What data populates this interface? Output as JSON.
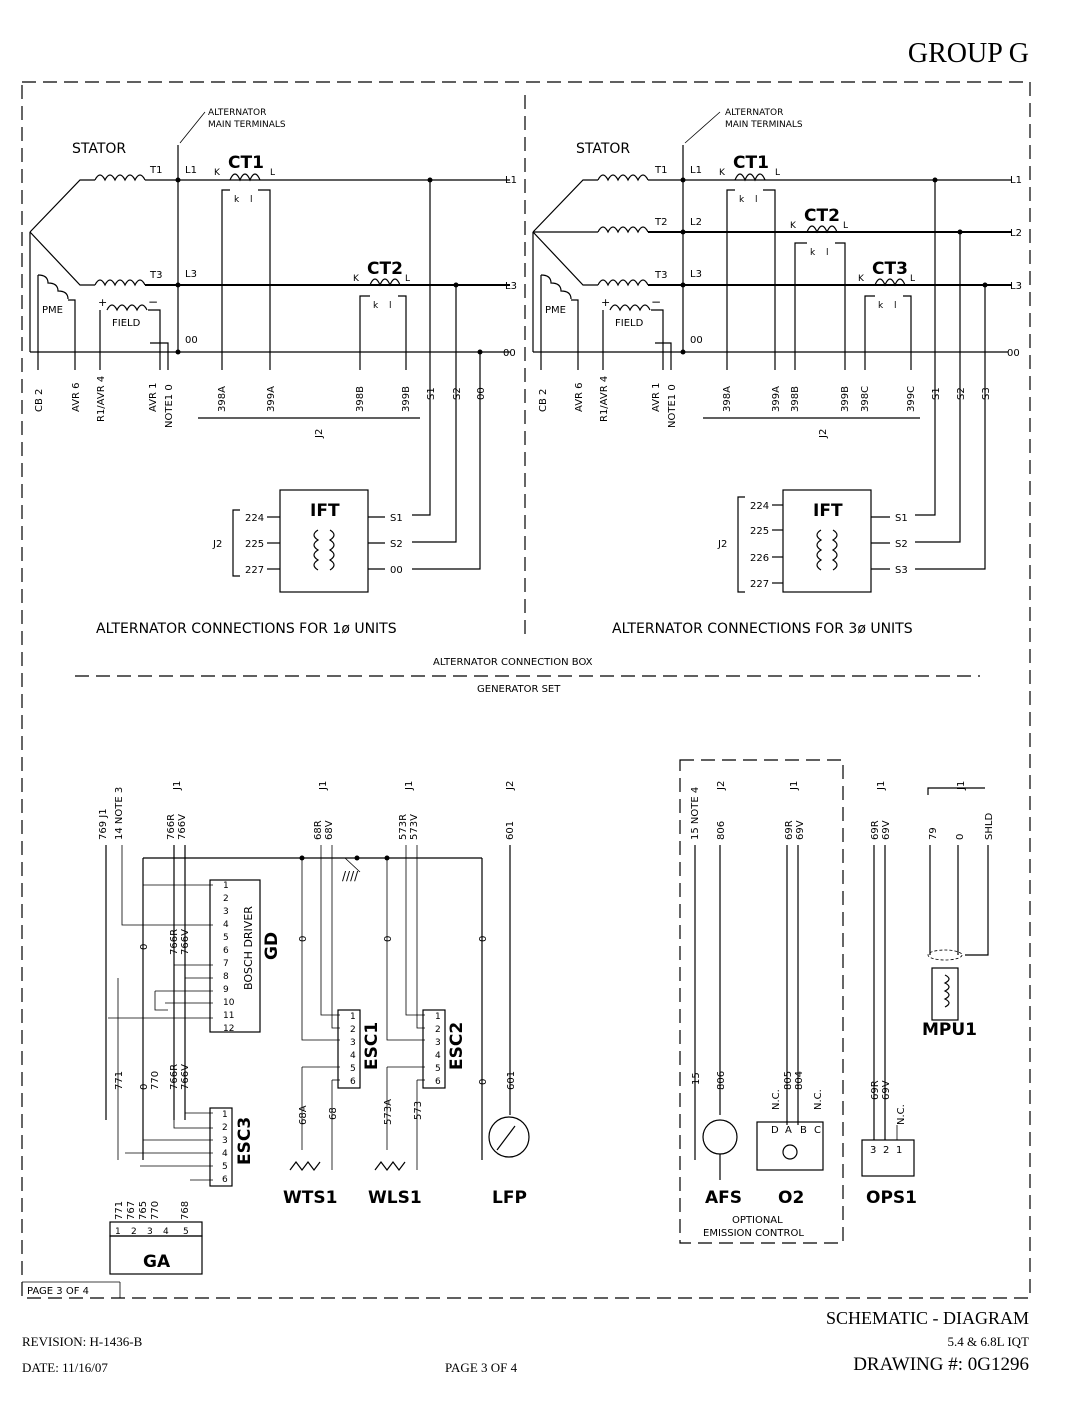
{
  "header": {
    "group": "GROUP G"
  },
  "diagram": {
    "single_phase": {
      "stator": "STATOR",
      "main_terminals": "ALTERNATOR\nMAIN TERMINALS",
      "winding_labels": [
        "T1",
        "T3"
      ],
      "terminals": [
        "L1",
        "L3",
        "00"
      ],
      "ct1": "CT1",
      "ct2": "CT2",
      "pme": "PME",
      "field": "FIELD",
      "bottom_labels": [
        "CB 2",
        "AVR 6",
        "R1/AVR 4",
        "AVR 1",
        "NOTE1 0",
        "398A",
        "399A",
        "398B",
        "399B",
        "S1",
        "S2",
        "00"
      ],
      "j2": "J2",
      "ift": "IFT",
      "ift_pins": [
        "224",
        "225",
        "227"
      ],
      "ift_outputs": [
        "S1",
        "S2",
        "00"
      ],
      "caption": "ALTERNATOR CONNECTIONS FOR 1ø UNITS"
    },
    "three_phase": {
      "stator": "STATOR",
      "main_terminals": "ALTERNATOR\nMAIN TERMINALS",
      "winding_labels": [
        "T1",
        "T2",
        "T3"
      ],
      "terminals": [
        "L1",
        "L2",
        "L3",
        "00"
      ],
      "ct1": "CT1",
      "ct2": "CT2",
      "ct3": "CT3",
      "pme": "PME",
      "field": "FIELD",
      "bottom_labels": [
        "CB 2",
        "AVR 6",
        "R1/AVR 4",
        "AVR 1",
        "NOTE1 0",
        "398A",
        "399A",
        "398B",
        "399B",
        "398C",
        "399C",
        "S1",
        "S2",
        "S3"
      ],
      "j2": "J2",
      "ift": "IFT",
      "ift_pins": [
        "224",
        "225",
        "226",
        "227"
      ],
      "ift_outputs": [
        "S1",
        "S2",
        "S3"
      ],
      "caption": "ALTERNATOR CONNECTIONS FOR 3ø UNITS"
    },
    "box_label": "ALTERNATOR CONNECTION BOX",
    "genset_label": "GENERATOR SET",
    "lower": {
      "gd_label": "GD",
      "gd_inner": "BOSCH DRIVER",
      "esc1": "ESC1",
      "esc2": "ESC2",
      "esc3": "ESC3",
      "ga": "GA",
      "wts1": "WTS1",
      "wls1": "WLS1",
      "lfp": "LFP",
      "afs": "AFS",
      "o2": "O2",
      "ops1": "OPS1",
      "mpu1": "MPU1",
      "optional": "OPTIONAL\nEMISSION CONTROL",
      "top_wires": [
        "769 J1",
        "14 NOTE 3",
        "766R",
        "766V",
        "68R",
        "68V",
        "573R",
        "573V",
        "601",
        "15 NOTE 4",
        "806",
        "69R",
        "69V",
        "69R",
        "69V",
        "79",
        "0",
        "SHLD"
      ],
      "connector_tags": [
        "J1",
        "J1",
        "J1",
        "J2",
        "J2",
        "J1",
        "J1",
        "J1"
      ],
      "mid_wires": [
        "0",
        "766R",
        "766V",
        "0",
        "0",
        "0"
      ],
      "lower_wires": [
        "771",
        "0",
        "770",
        "766R",
        "766V",
        "68A",
        "68",
        "573A",
        "573",
        "0",
        "601",
        "15",
        "806",
        "N.C.",
        "805",
        "804",
        "N.C.",
        "69R",
        "69V",
        "N.C."
      ],
      "ga_pins": [
        "771",
        "767",
        "765",
        "770",
        "768"
      ],
      "ga_numbers": [
        "1",
        "2",
        "3",
        "4",
        "5"
      ],
      "o2_pins": [
        "D",
        "A",
        "B",
        "C"
      ],
      "ops1_pins": [
        "3",
        "2",
        "1"
      ],
      "page_note": "PAGE 3 OF 4"
    }
  },
  "title_block": {
    "title": "SCHEMATIC - DIAGRAM",
    "model": "5.4 & 6.8L IQT",
    "drawing": "DRAWING #: 0G1296",
    "revision": "REVISION: H-1436-B",
    "date": "DATE: 11/16/07",
    "page": "PAGE 3 OF 4"
  }
}
